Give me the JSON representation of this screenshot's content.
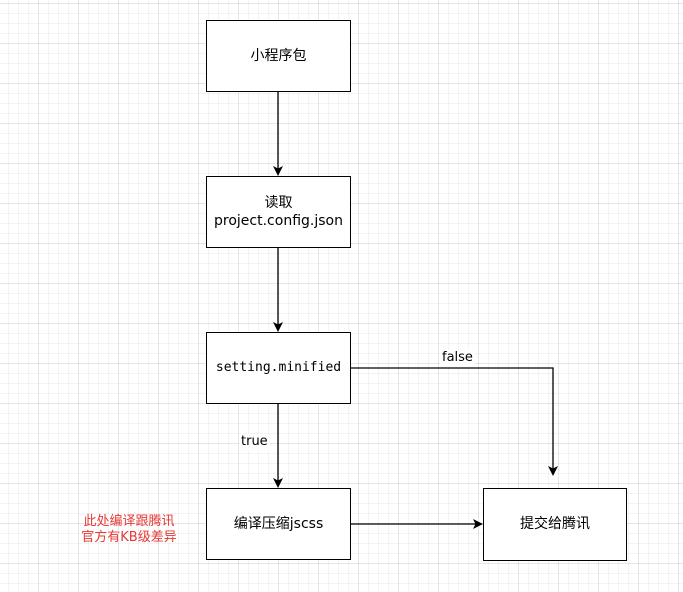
{
  "diagram": {
    "nodes": {
      "mini_package": {
        "label": "小程序包"
      },
      "read_config": {
        "label": "读取\nproject.config.json"
      },
      "setting_minified": {
        "label": "setting.minified"
      },
      "compile_compress": {
        "label": "编译压缩jscss"
      },
      "submit_tencent": {
        "label": "提交给腾讯"
      }
    },
    "edges": {
      "false_label": "false",
      "true_label": "true"
    },
    "note": {
      "text": "此处编译跟腾讯\n官方有KB级差异",
      "color": "#e53935"
    }
  }
}
